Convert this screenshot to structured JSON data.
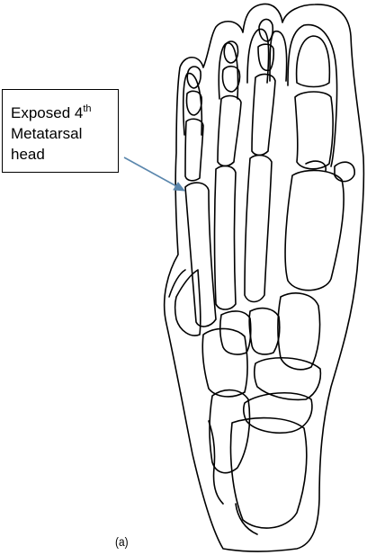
{
  "callout": {
    "line1": "Exposed 4",
    "line1_sup": "th",
    "line2": "Metatarsal",
    "line3": "head"
  },
  "caption": "(a)",
  "colors": {
    "outline": "#000000",
    "arrow": "#5b87ad",
    "background": "#ffffff"
  }
}
